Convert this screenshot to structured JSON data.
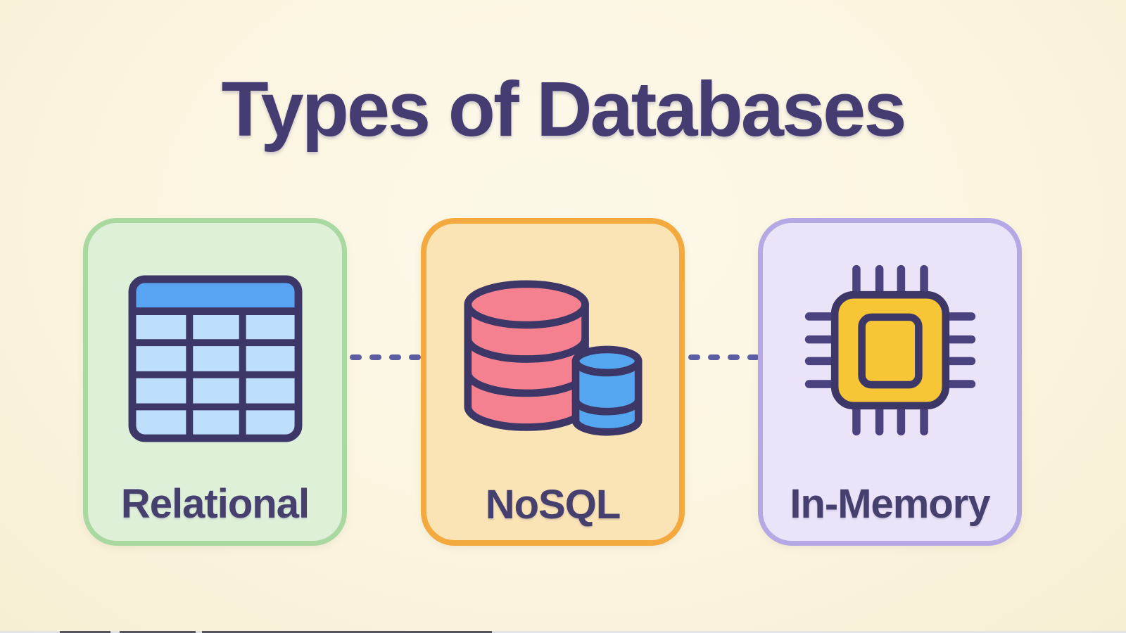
{
  "title": "Types of Databases",
  "colors": {
    "background": "#fbf5e0",
    "title_text": "#453c72",
    "label_text": "#46406f",
    "connector": "#5b5ea3",
    "icon_outline": "#3d3768"
  },
  "cards": [
    {
      "label": "Relational",
      "icon": "table-icon",
      "bg_color": "#dff0d9",
      "border_color": "#a9d8a1"
    },
    {
      "label": "NoSQL",
      "icon": "database-cylinders-icon",
      "bg_color": "#fae3b4",
      "border_color": "#f3a93e"
    },
    {
      "label": "In-Memory",
      "icon": "memory-chip-icon",
      "bg_color": "#ebe3f8",
      "border_color": "#b6a8e4"
    }
  ],
  "icon_colors": {
    "table_header_blue": "#58a3f2",
    "table_cell_blue": "#bedffb",
    "cylinder_pink": "#f5808f",
    "cylinder_blue": "#55a6f0",
    "chip_yellow": "#f7c636",
    "chip_pin": "#4b4380"
  }
}
